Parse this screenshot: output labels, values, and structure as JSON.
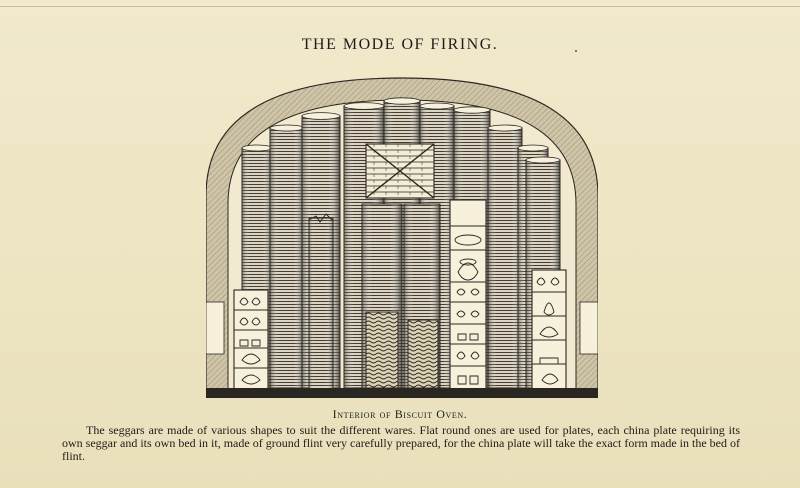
{
  "page": {
    "title": "THE MODE OF FIRING.",
    "figure": {
      "name": "interior-of-biscuit-oven-engraving",
      "caption": "Interior of Biscuit Oven."
    },
    "paragraph": "The seggars are made of various shapes to suit the different wares. Flat round ones are used for plates, each china plate requiring its own seggar and its own bed in it, made of ground flint very carefully prepared, for the china plate will take the exact form made in the bed of flint."
  }
}
